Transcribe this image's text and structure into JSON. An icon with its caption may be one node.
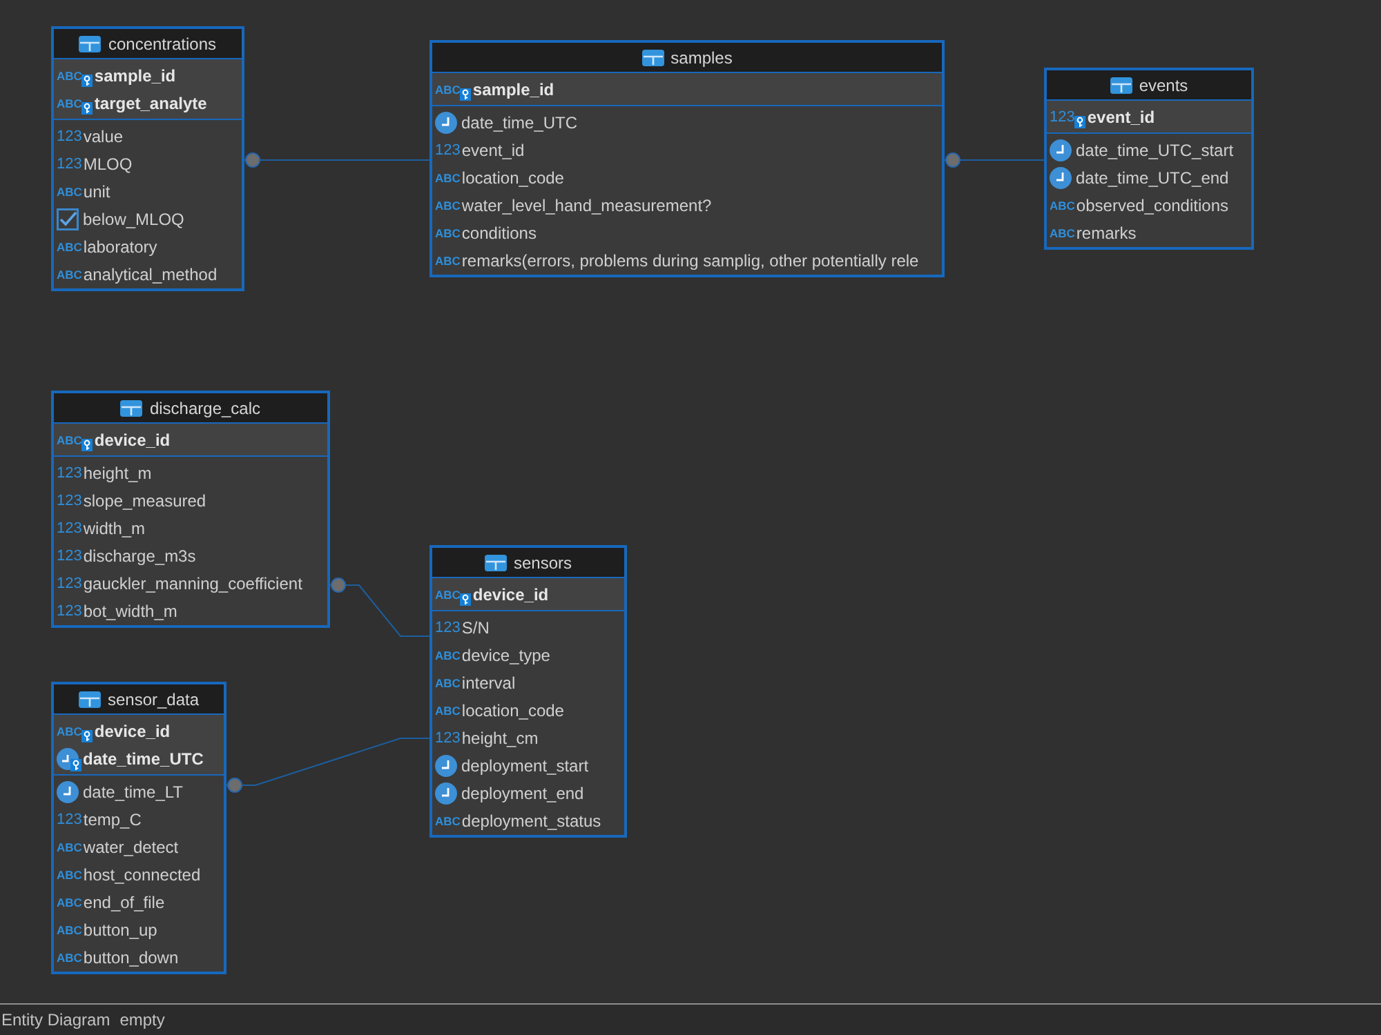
{
  "diagram": {
    "nodes": [
      {
        "text": [
          "concentrations",
          "ABC",
          "sample_id",
          "ABC",
          "target_analyte",
          "123",
          "value",
          "123",
          "MLOQ",
          "ABC",
          "unit",
          "below_MLOQ",
          "ABC",
          "laboratory",
          "ABC",
          "analytical_method"
        ]
      },
      {
        "text": [
          "samples",
          "ABC",
          "sample_id",
          "date_time_UTC",
          "123",
          "event_id",
          "ABC",
          "location_code",
          "ABC",
          "water_level_hand_measurement?",
          "ABC",
          "conditions",
          "ABC",
          "remarks(errors, problems during samplig, other potentially rele"
        ]
      },
      {
        "text": [
          "events",
          "123",
          "event_id",
          "date_time_UTC_start",
          "date_time_UTC_end",
          "ABC",
          "observed_conditions",
          "ABC",
          "remarks"
        ]
      },
      {
        "text": [
          "discharge_calc",
          "ABC",
          "device_id",
          "123",
          "height_m",
          "123",
          "slope_measured",
          "123",
          "width_m",
          "123",
          "discharge_m3s",
          "123",
          "gauckler_manning_coefficient",
          "123",
          "bot_width_m"
        ]
      },
      {
        "text": [
          "sensors",
          "ABC",
          "device_id",
          "123",
          "S/N",
          "ABC",
          "device_type",
          "ABC",
          "interval",
          "ABC",
          "location_code",
          "123",
          "height_cm",
          "deployment_start",
          "deployment_end",
          "ABC",
          "deployment_status"
        ]
      },
      {
        "text": [
          "sensor_data",
          "ABC",
          "device_id",
          "date_time_UTC",
          "date_time_LT",
          "123",
          "temp_C",
          "ABC",
          "water_detect",
          "ABC",
          "host_connected",
          "ABC",
          "end_of_file",
          "ABC",
          "button_up",
          "ABC",
          "button_down"
        ]
      }
    ],
    "edges": [
      {
        "from": 0,
        "to": 1,
        "arrow": "other"
      },
      {
        "from": 1,
        "to": 2,
        "arrow": "other"
      },
      {
        "from": 3,
        "to": 4,
        "arrow": "other"
      },
      {
        "from": 5,
        "to": 4,
        "arrow": "other"
      }
    ],
    "labels": [
      "Entity Diagram",
      "empty"
    ]
  }
}
